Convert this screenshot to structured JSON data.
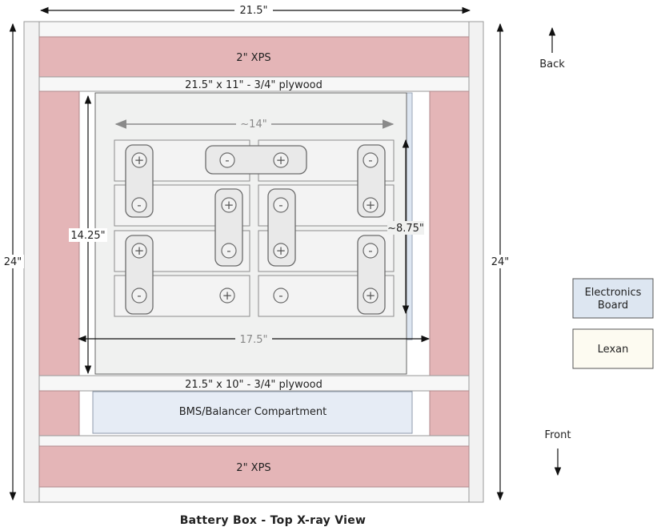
{
  "title": "Battery Box - Top X-ray View",
  "dimensions": {
    "overall_width": "21.5\"",
    "overall_depth_left": "24\"",
    "overall_depth_right": "24\"",
    "cell_group_width": "~14\"",
    "battery_bay_depth": "14.25\"",
    "cell_group_depth": "~8.75\"",
    "battery_bay_width": "17.5\""
  },
  "parts": {
    "xps_back": "2\" XPS",
    "plywood_back": "21.5\" x 11\" - 3/4\" plywood",
    "plywood_front": "21.5\" x 10\" - 3/4\" plywood",
    "bms_compartment": "BMS/Balancer Compartment",
    "xps_front": "2\" XPS"
  },
  "orientation": {
    "back": "Back",
    "front": "Front"
  },
  "legend": {
    "electronics_board": "Electronics Board",
    "lexan": "Lexan"
  },
  "terminal_signs": {
    "plus": "+",
    "minus": "-"
  },
  "colors": {
    "insulation_xps": "#e4b5b7",
    "electronics_board": "#dde6f1",
    "lexan": "#fdfbf1",
    "battery_bay": "#f0f1f0",
    "dimension_grey": "#8a8a8a"
  }
}
